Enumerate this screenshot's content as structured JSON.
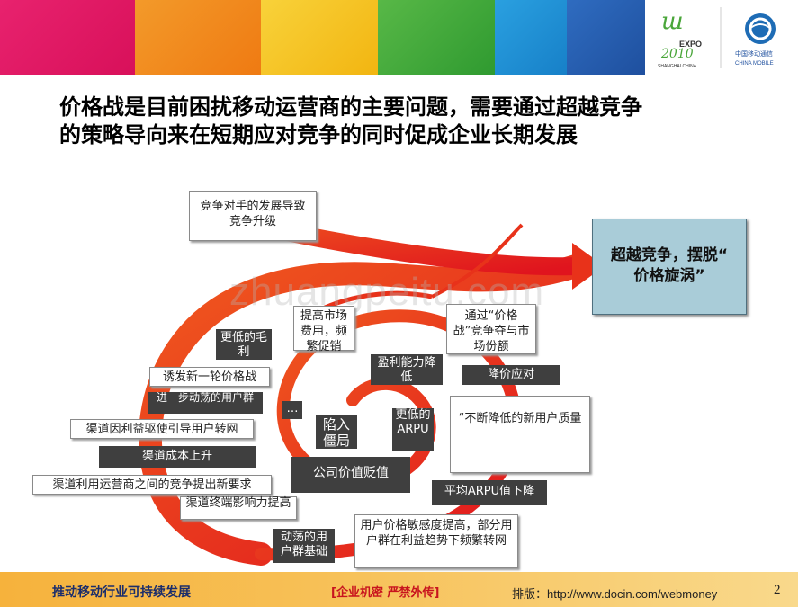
{
  "banner": {
    "colors": [
      "#e8226e",
      "#f28a1e",
      "#f6c21a",
      "#3fa535",
      "#1b8fd2",
      "#2b5fb4"
    ],
    "expo_logo_text": "EXPO 2010 SHANGHAI CHINA",
    "mobile_logo_text": "中国移动通信 CHINA MOBILE"
  },
  "title": {
    "line1": "价格战是目前困扰移动运营商的主要问题，需要通过超越竞争",
    "line2": "的策略导向来在短期应对竞争的同时促成企业长期发展"
  },
  "diagram": {
    "goal": {
      "line1": "超越竞争，摆脱“",
      "line2": "价格旋涡”"
    },
    "center": "陷入僵局",
    "boxes": {
      "competitor": "竞争对手的发展导致竞争升级",
      "promotion": "提高市场费用，频繁促销",
      "via_price_war": "通过“价格战”竞争夺与市场份额",
      "lower_price_quote": "“不断降低的新用户质量",
      "sensitivity": "用户价格敏感度提高，部分用户群在利益趋势下频繁转网",
      "new_price_war": "诱发新一轮价格战",
      "channel_churn": "渠道因利益驱使引导用户转网",
      "channel_demand": "渠道利用运营商之间的竞争提出新要求",
      "terminal": "渠道终端影响力提高"
    },
    "dark_boxes": {
      "lower_margin": "更低的毛利",
      "further_churn": "进一步动荡的用户群",
      "channel_cost": "渠道成本上升",
      "profit_down": "盈利能力降低",
      "price_response": "降价应对",
      "lower_arpu": "更低的ARPU",
      "ellipsis": "…",
      "company_value": "公司价值贬值",
      "avg_arpu": "平均ARPU值下降",
      "user_base": "动荡的用户群基础"
    }
  },
  "watermark": "zhuangpeitu.com",
  "footer": {
    "left": "推动移动行业可持续发展",
    "mid": "[企业机密  严禁外传]",
    "right": "排版：http://www.docin.com/webmoney",
    "page": "2"
  }
}
